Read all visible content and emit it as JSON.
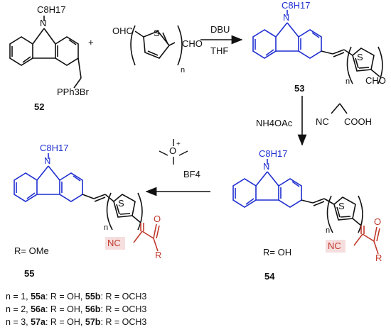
{
  "colors": {
    "carbazole": "#1f2fd0",
    "cyanoacrylate": "#c0392b",
    "bond": "#111111",
    "highlight": "#f6dede"
  },
  "compounds": {
    "c52": {
      "id": "52",
      "alkyl": "C8H17",
      "substituent": "PPh3Br"
    },
    "aldehyde": {
      "left_group": "OHC",
      "right_group": "CHO",
      "ring_atom": "S",
      "repeat": "n"
    },
    "c53": {
      "id": "53",
      "alkyl": "C8H17",
      "ring_atom": "S",
      "repeat": "n",
      "end_group": "CHO"
    },
    "c54": {
      "id": "54",
      "alkyl": "C8H17",
      "ring_atom": "S",
      "repeat": "n",
      "r_def": "R= OH",
      "nitrile": "NC",
      "carbonyl": "O",
      "r": "R"
    },
    "c55": {
      "id": "55",
      "alkyl": "C8H17",
      "ring_atom": "S",
      "repeat": "n",
      "r_def": "R= OMe",
      "nitrile": "NC",
      "carbonyl": "O",
      "r": "R"
    }
  },
  "atoms": {
    "N": "N",
    "plus": "+"
  },
  "reagents": {
    "step1_top": "DBU",
    "step1_bottom": "THF",
    "step2_left": "NH4OAc",
    "step2_right_a": "NC",
    "step2_right_b": "COOH",
    "step3_cation_o": "O",
    "step3_anion": "BF4"
  },
  "notes": [
    {
      "n": "n = 1, ",
      "a": "55a",
      "ra": ": R = OH, ",
      "b": "55b",
      "rb": ": R = OCH3"
    },
    {
      "n": "n = 2, ",
      "a": "56a",
      "ra": ": R = OH, ",
      "b": "56b",
      "rb": ": R = OCH3"
    },
    {
      "n": "n = 3, ",
      "a": "57a",
      "ra": ": R = OH, ",
      "b": "57b",
      "rb": ": R = OCH3"
    }
  ]
}
